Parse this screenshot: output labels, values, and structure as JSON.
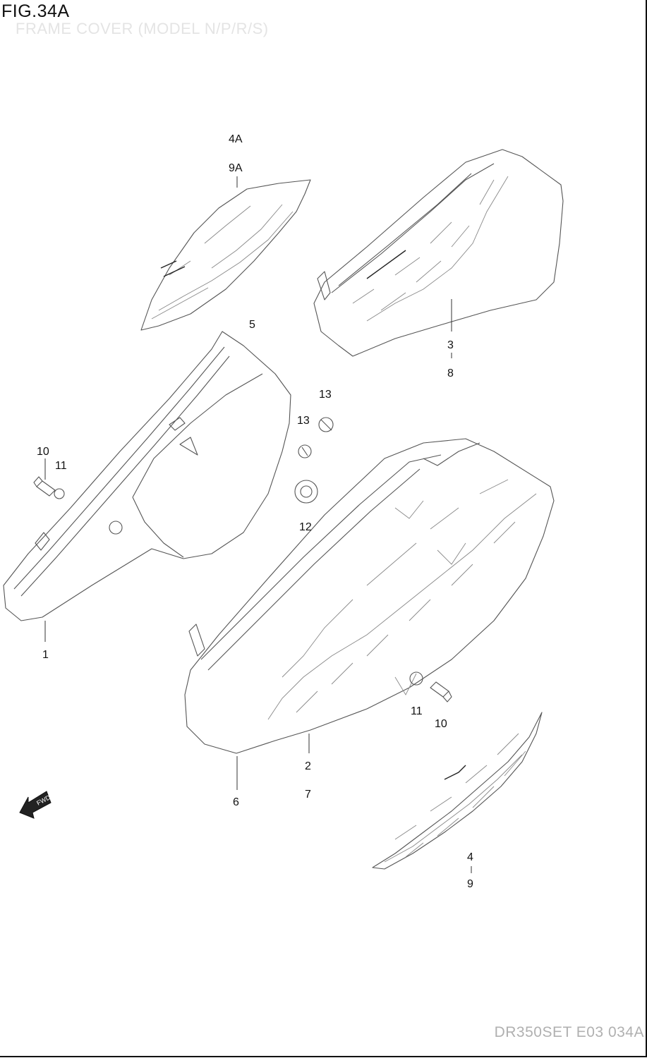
{
  "figure": {
    "title": "FIG.34A",
    "subtitle": "FRAME COVER (MODEL N/P/R/S)",
    "drawing_code": "DR350SET E03 034A"
  },
  "callouts": {
    "c4A": "4A",
    "c9A": "9A",
    "c3": "3",
    "c8": "8",
    "c5": "5",
    "c13a": "13",
    "c13b": "13",
    "c10a": "10",
    "c11a": "11",
    "c12": "12",
    "c1": "1",
    "c11b": "11",
    "c10b": "10",
    "c2": "2",
    "c7": "7",
    "c6": "6",
    "c4": "4",
    "c9": "9"
  },
  "fwd_label": "FWD"
}
